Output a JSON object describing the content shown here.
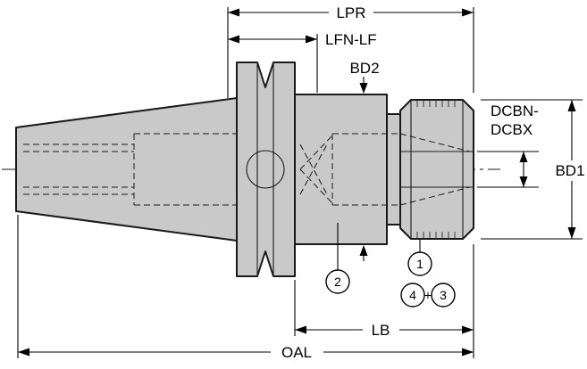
{
  "colors": {
    "body_fill": "#c9c9c9",
    "line": "#000000",
    "background": "#ffffff"
  },
  "dimensions": {
    "lpr": "LPR",
    "lfn_lf": "LFN-LF",
    "bd2": "BD2",
    "dcbn_line1": "DCBN-",
    "dcbn_line2": "DCBX",
    "bd1": "BD1",
    "lb": "LB",
    "oal": "OAL"
  },
  "callouts": {
    "item1": "1",
    "item2": "2",
    "item3": "3",
    "item4": "4",
    "plus": "+"
  }
}
